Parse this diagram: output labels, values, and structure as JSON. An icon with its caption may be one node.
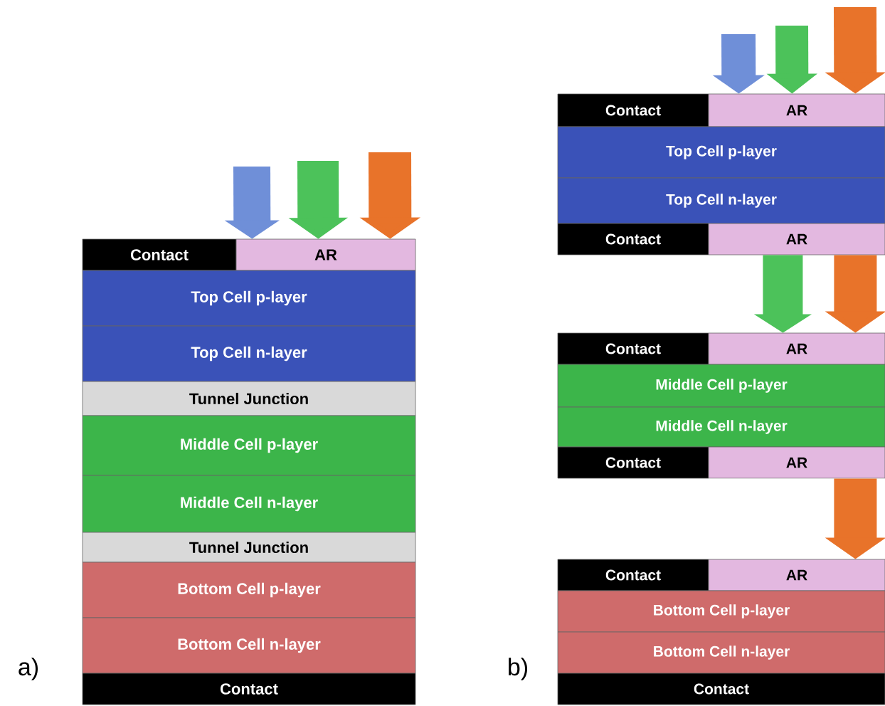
{
  "diagram": {
    "nodes": [
      {
        "text": [
          "Contact"
        ]
      },
      {
        "text": [
          "AR"
        ]
      },
      {
        "text": [
          "Top Cell p-layer"
        ]
      },
      {
        "text": [
          "Top Cell n-layer"
        ]
      },
      {
        "text": [
          "Tunnel Junction"
        ]
      },
      {
        "text": [
          "Middle Cell p-layer"
        ]
      },
      {
        "text": [
          "Middle Cell n-layer"
        ]
      },
      {
        "text": [
          "Tunnel Junction"
        ]
      },
      {
        "text": [
          "Bottom Cell p-layer"
        ]
      },
      {
        "text": [
          "Bottom Cell n-layer"
        ]
      },
      {
        "text": [
          "Contact"
        ]
      },
      {
        "text": [
          "Contact"
        ]
      },
      {
        "text": [
          "AR"
        ]
      },
      {
        "text": [
          "Top Cell p-layer"
        ]
      },
      {
        "text": [
          "Top Cell n-layer"
        ]
      },
      {
        "text": [
          "Contact"
        ]
      },
      {
        "text": [
          "AR"
        ]
      },
      {
        "text": [
          "Contact"
        ]
      },
      {
        "text": [
          "AR"
        ]
      },
      {
        "text": [
          "Middle Cell p-layer"
        ]
      },
      {
        "text": [
          "Middle Cell n-layer"
        ]
      },
      {
        "text": [
          "Contact"
        ]
      },
      {
        "text": [
          "AR"
        ]
      },
      {
        "text": [
          "Contact"
        ]
      },
      {
        "text": [
          "AR"
        ]
      },
      {
        "text": [
          "Bottom Cell p-layer"
        ]
      },
      {
        "text": [
          "Bottom Cell n-layer"
        ]
      },
      {
        "text": [
          "Contact"
        ]
      }
    ],
    "edges": [
      {
        "from": null,
        "to": 1,
        "arrow": "to",
        "color": "#6f8fd8"
      },
      {
        "from": null,
        "to": 1,
        "arrow": "to",
        "color": "#4cc25a"
      },
      {
        "from": null,
        "to": 1,
        "arrow": "to",
        "color": "#e8732a"
      },
      {
        "from": null,
        "to": 12,
        "arrow": "to",
        "color": "#6f8fd8"
      },
      {
        "from": null,
        "to": 12,
        "arrow": "to",
        "color": "#4cc25a"
      },
      {
        "from": null,
        "to": 12,
        "arrow": "to",
        "color": "#e8732a"
      },
      {
        "from": 16,
        "to": 18,
        "arrow": "to",
        "color": "#4cc25a"
      },
      {
        "from": 16,
        "to": 18,
        "arrow": "to",
        "color": "#e8732a"
      },
      {
        "from": 22,
        "to": 24,
        "arrow": "to",
        "color": "#e8732a"
      }
    ],
    "labels": [
      "a)",
      "b)"
    ]
  }
}
